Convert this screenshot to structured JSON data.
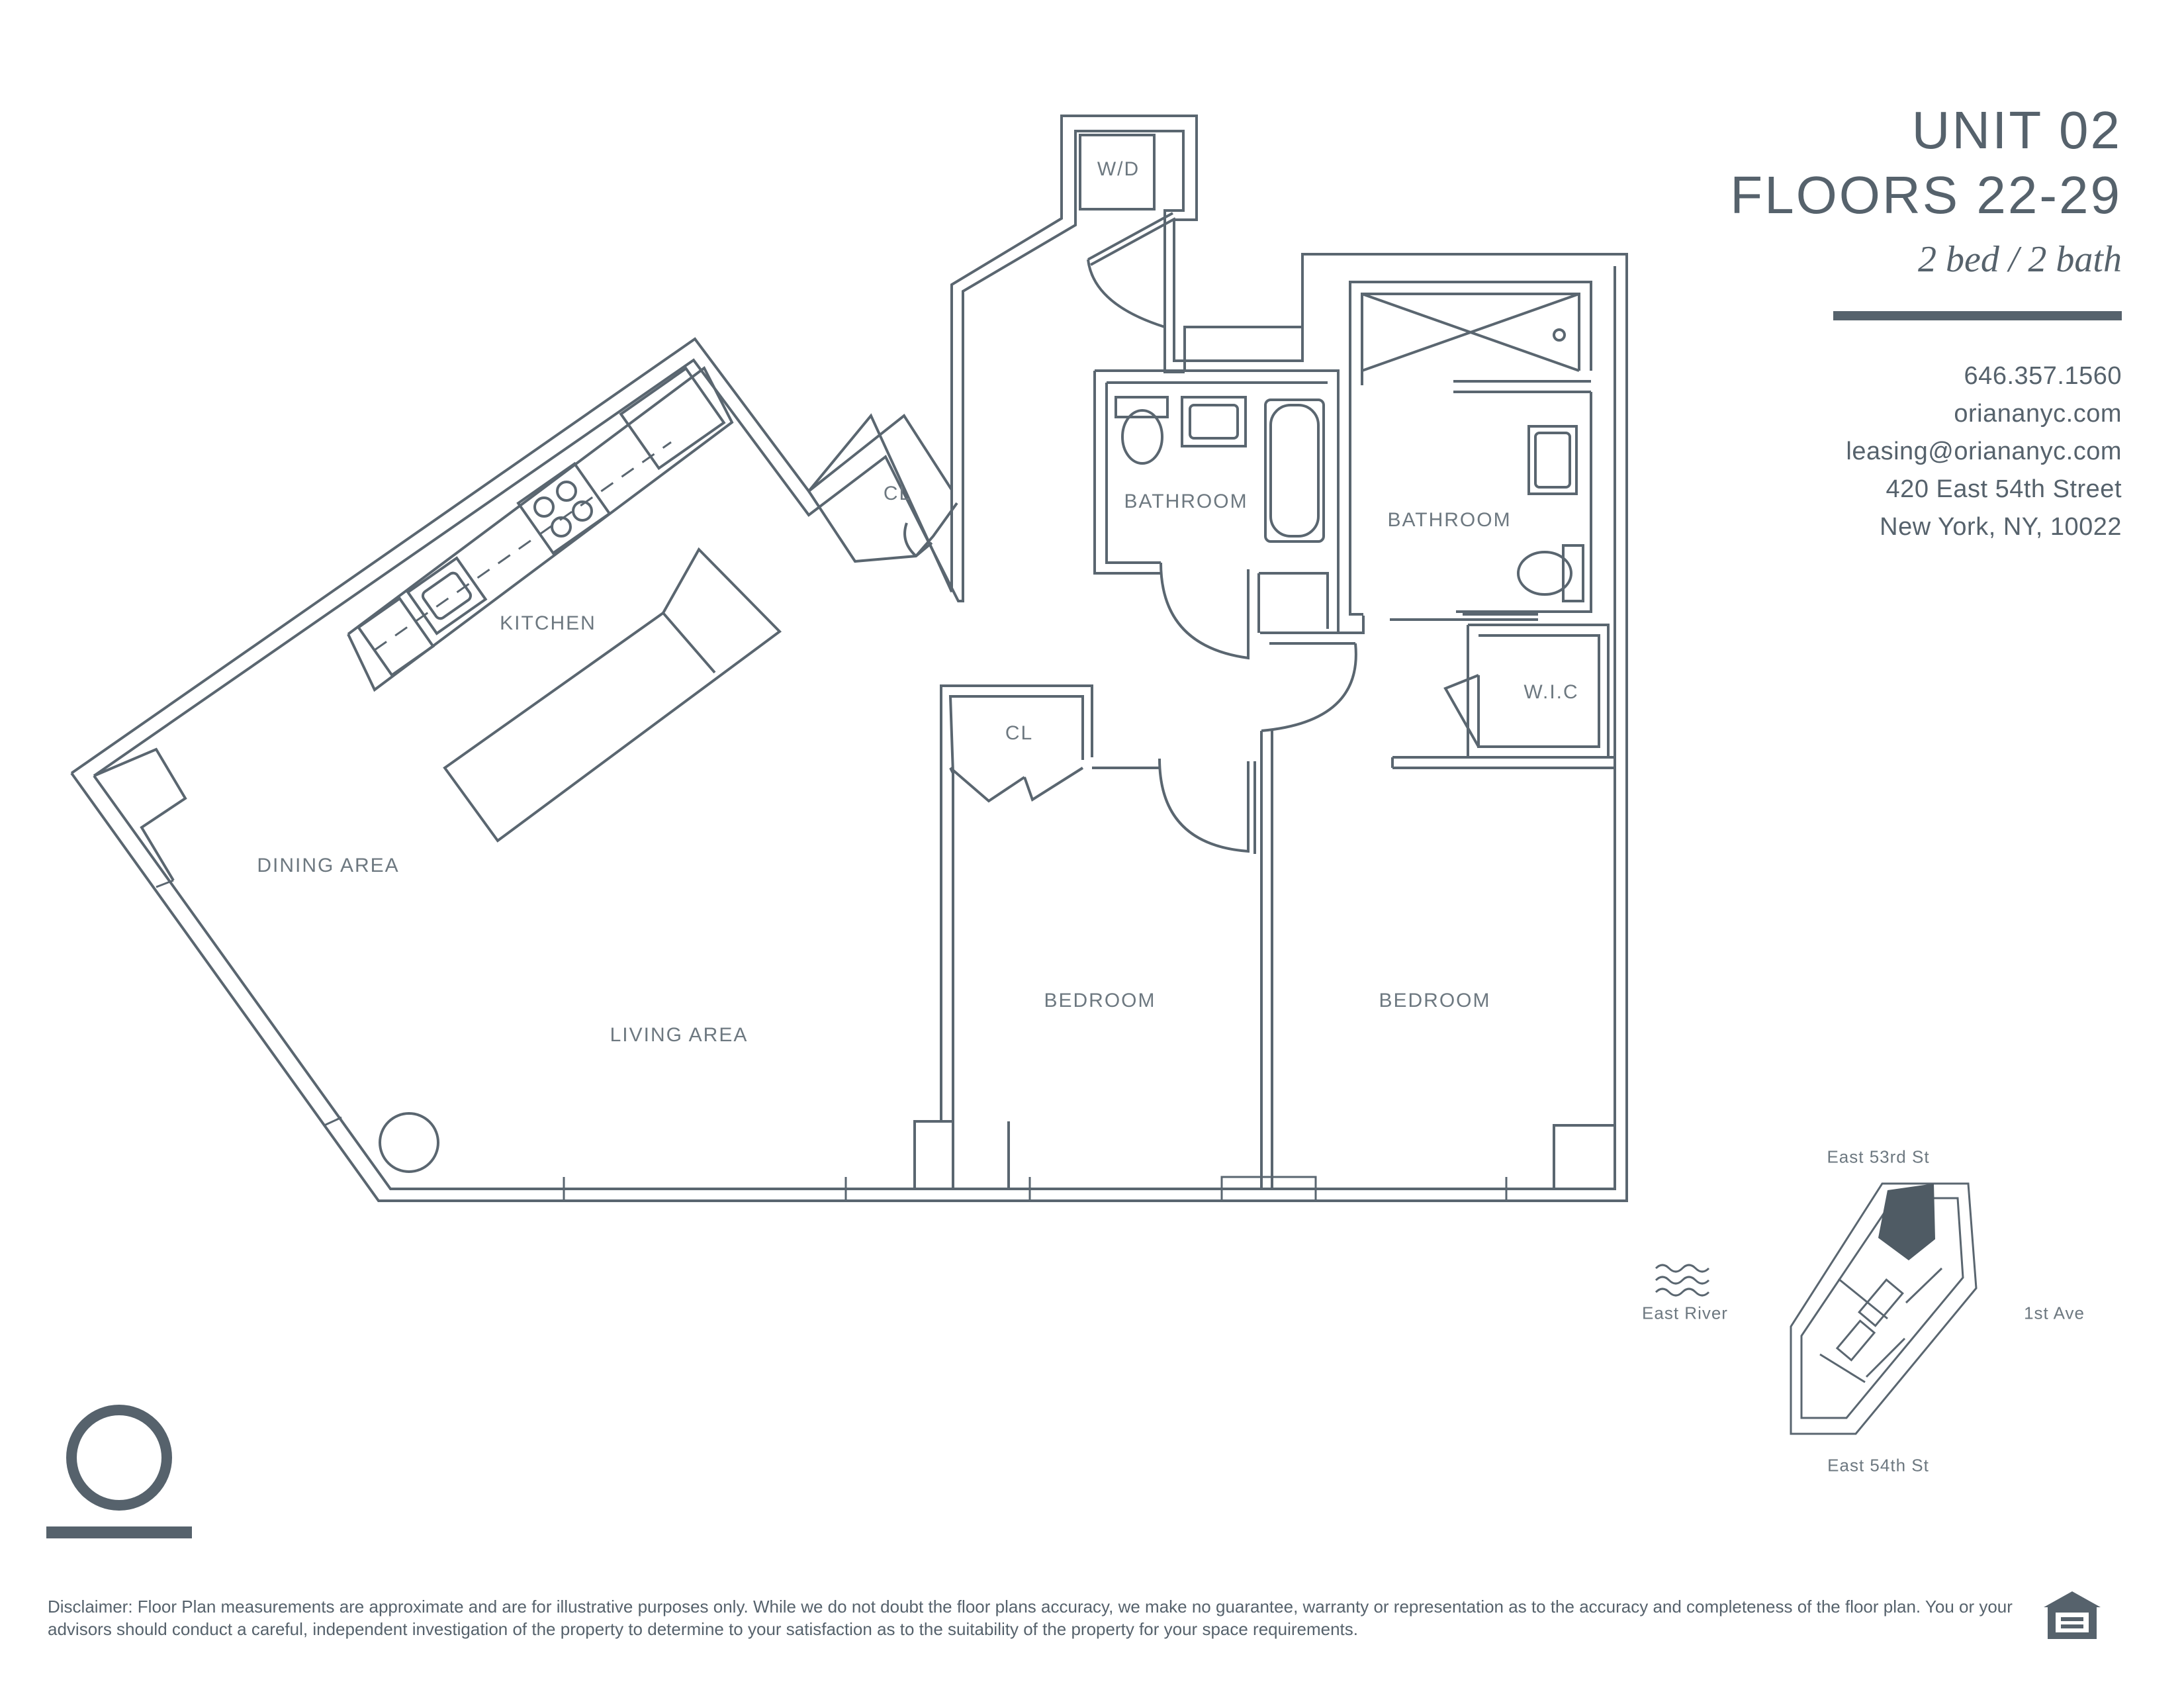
{
  "header": {
    "unit": "UNIT 02",
    "floors": "FLOORS 22-29",
    "layout": "2 bed / 2 bath"
  },
  "contact": {
    "phone": "646.357.1560",
    "website": "oriananyc.com",
    "email": "leasing@oriananyc.com",
    "address_line1": "420 East 54th Street",
    "address_line2": "New York, NY, 10022"
  },
  "rooms": {
    "wd": "W/D",
    "closet_hall": "CL",
    "closet_bedroom": "CL",
    "bathroom_1": "BATHROOM",
    "bathroom_2": "BATHROOM",
    "wic": "W.I.C",
    "kitchen": "KITCHEN",
    "dining": "DINING AREA",
    "living": "LIVING AREA",
    "bedroom_1": "BEDROOM",
    "bedroom_2": "BEDROOM"
  },
  "key_plan": {
    "north_street": "East 53rd St",
    "south_street": "East 54th St",
    "west_label": "East River",
    "east_street": "1st Ave"
  },
  "disclaimer": "Disclaimer:  Floor Plan measurements are approximate and are for illustrative purposes only. While we do not doubt the floor plans accuracy, we make no guarantee, warranty or representation as to the accuracy and completeness of the floor plan. You or your advisors should conduct a careful, independent investigation of the property to determine to your satisfaction as to the suitability of the property for your space requirements.",
  "colors": {
    "ink": "#56626c",
    "wall_line": "#5a6670",
    "highlight": "#4f5b64"
  },
  "icons": {
    "logo": "orianna-o-logo",
    "equal_housing": "equal-housing-opportunity-icon",
    "water": "water-waves-icon"
  }
}
